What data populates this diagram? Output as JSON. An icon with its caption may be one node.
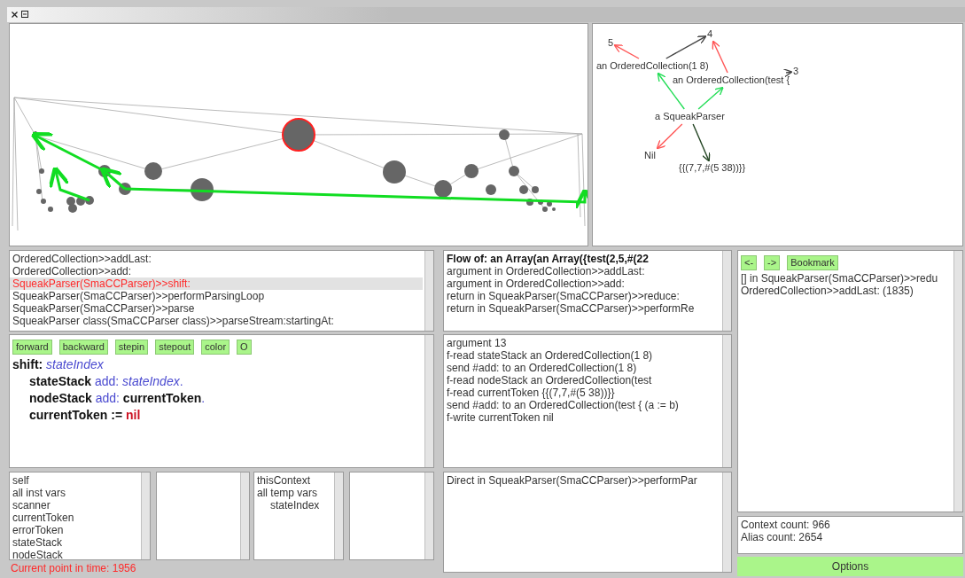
{
  "diagram": {
    "nodes": [
      {
        "text": [
          "5"
        ]
      },
      {
        "text": [
          "4"
        ]
      },
      {
        "text": [
          "an OrderedCollection(1 8)"
        ]
      },
      {
        "text": [
          "3"
        ]
      },
      {
        "text": [
          "an OrderedCollection(test {"
        ]
      },
      {
        "text": [
          "a SqueakParser"
        ]
      },
      {
        "text": [
          "Nil"
        ]
      },
      {
        "text": [
          "{{(7,7,#(5 38))}}"
        ]
      }
    ],
    "edges": [
      {
        "from": 2,
        "to": 0,
        "arrow": "to",
        "color": "#ff5555"
      },
      {
        "from": 2,
        "to": 1,
        "arrow": "to",
        "color": "#444444"
      },
      {
        "from": 4,
        "to": 1,
        "arrow": "to",
        "color": "#ff5555"
      },
      {
        "from": 4,
        "to": 3,
        "arrow": "to",
        "color": "#444444"
      },
      {
        "from": 5,
        "to": 2,
        "arrow": "to",
        "color": "#22dd55"
      },
      {
        "from": 5,
        "to": 4,
        "arrow": "to",
        "color": "#22dd55"
      },
      {
        "from": 5,
        "to": 6,
        "arrow": "to",
        "color": "#ff5555"
      },
      {
        "from": 5,
        "to": 7,
        "arrow": "to",
        "color": "#224422"
      }
    ],
    "labels": [
      "OrderedCollection>>addLast:",
      "OrderedCollection>>add:",
      "SqueakParser(SmaCCParser)>>shift:",
      "SqueakParser(SmaCCParser)>>performParsingLoop",
      "SqueakParser(SmaCCParser)>>parse",
      "SqueakParser class(SmaCCParser class)>>parseStream:startingAt:",
      "Flow of: an Array(an Array({test(2,5,#(22",
      "argument in OrderedCollection>>addLast:",
      "argument in OrderedCollection>>add:",
      "return in SqueakParser(SmaCCParser)>>reduce:",
      "return in SqueakParser(SmaCCParser)>>performRe",
      "<-",
      "->",
      "Bookmark",
      "[] in SqueakParser(SmaCCParser)>>redu",
      "OrderedCollection>>addLast: (1835)",
      "forward",
      "backward",
      "stepin",
      "stepout",
      "color",
      "O",
      "**shift:** *stateIndex*",
      "**stateStack** add: *stateIndex*.",
      "**nodeStack** add: **currentToken**.",
      "**currentToken :=** *nil*",
      "argument 13",
      "f-read stateStack an OrderedCollection(1 8)",
      "send #add: to an OrderedCollection(1 8)",
      "f-read nodeStack an OrderedCollection(test",
      "f-read currentToken {{(7,7,#(5 38))}}",
      "send #add: to an OrderedCollection(test { (a := b)",
      "f-write currentToken nil",
      "self",
      "all inst vars",
      "scanner",
      "currentToken",
      "errorToken",
      "stateStack",
      "nodeStack",
      "thisContext",
      "all temp vars",
      "stateIndex",
      "Direct in SqueakParser(SmaCCParser)>>performPar",
      "Context count: 966",
      "Alias count: 2654",
      "Current point in time: 1956",
      "Options"
    ]
  }
}
